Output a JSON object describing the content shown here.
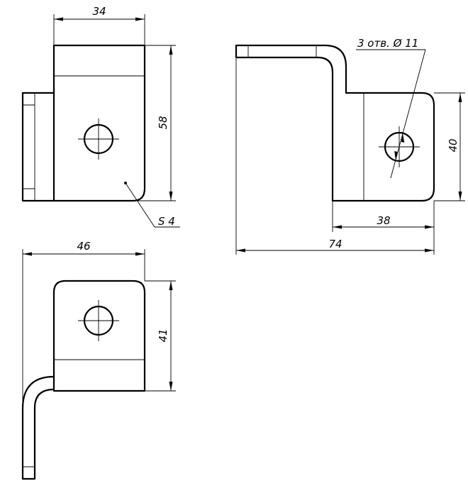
{
  "dimensions": {
    "front_width": "34",
    "front_height": "58",
    "thickness_note": "S 4",
    "hole_note": "3 отв. Ø 11",
    "side_depth": "40",
    "side_flange": "38",
    "overall_length": "74",
    "bottom_width": "46",
    "bottom_height": "41"
  }
}
